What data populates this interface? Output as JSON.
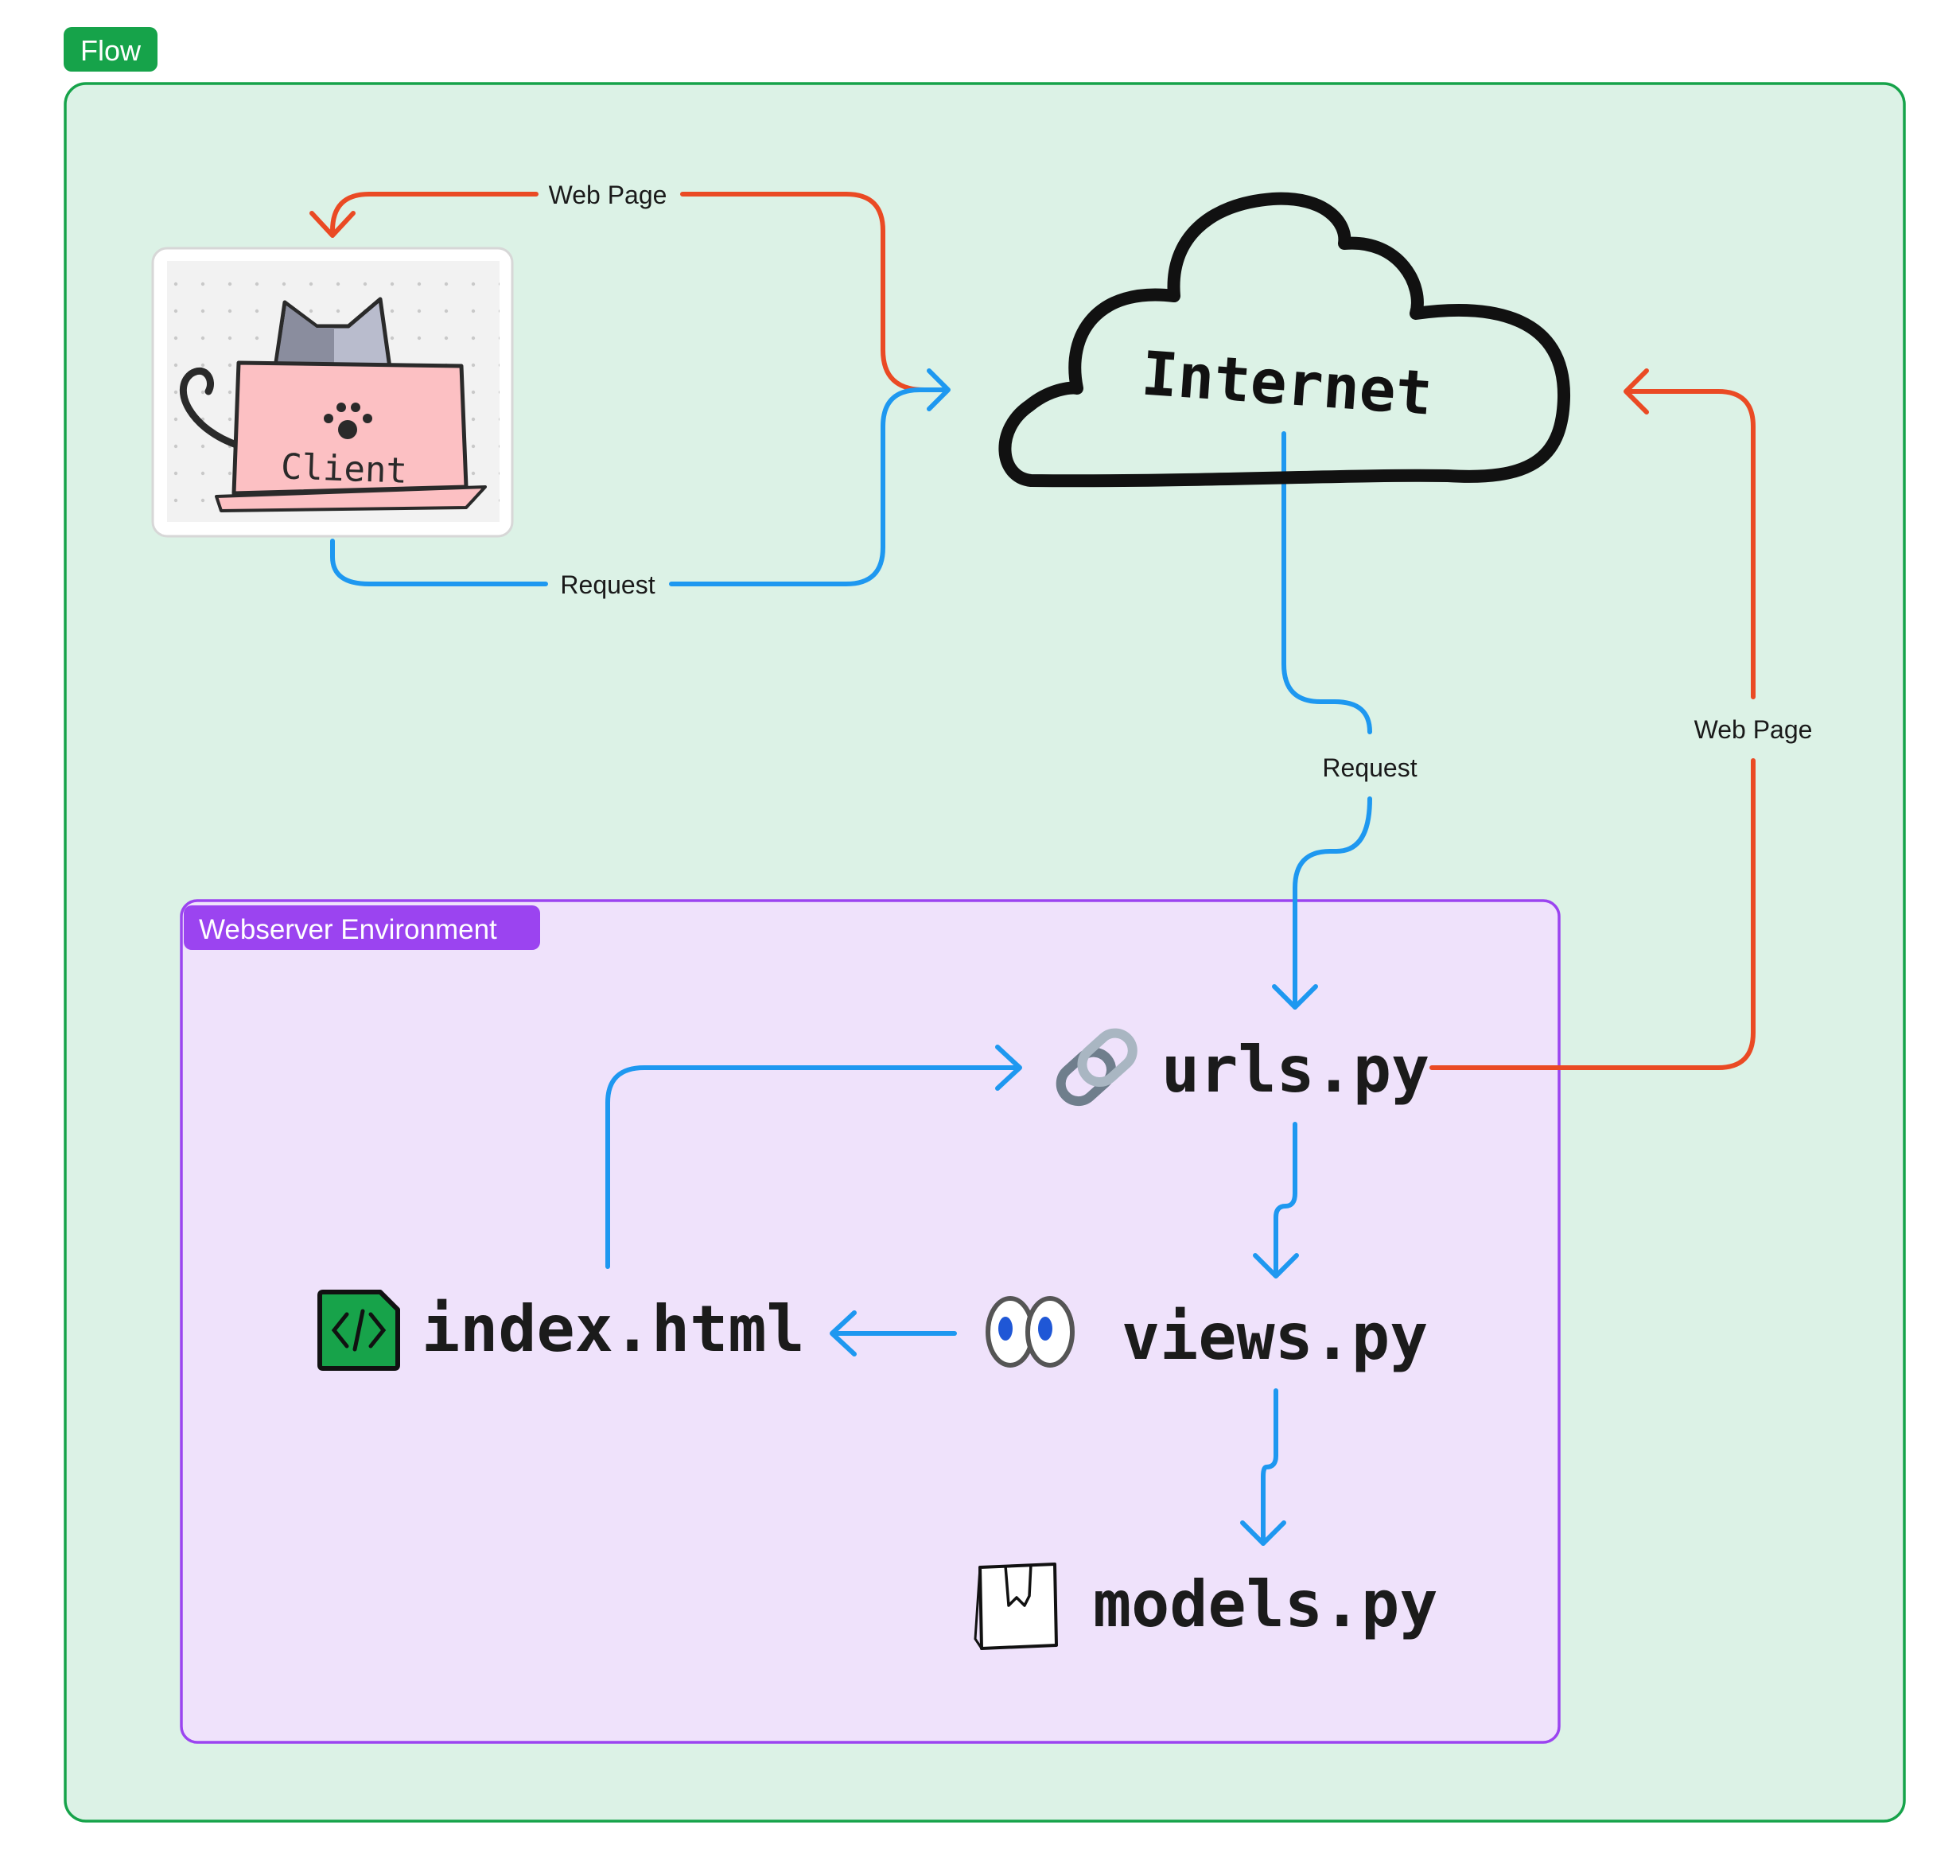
{
  "frame": {
    "label": "Flow",
    "color": "#16a34a",
    "fill": "#dcf2e6"
  },
  "env": {
    "label": "Webserver Environment",
    "color": "#9b44f0",
    "fill": "#efe2fb"
  },
  "nodes": {
    "client": "Client",
    "internet": "Internet",
    "urls": "urls.py",
    "views": "views.py",
    "index": "index.html",
    "models": "models.py"
  },
  "edges": {
    "web_page_top": "Web Page",
    "request_left": "Request",
    "request_mid": "Request",
    "web_page_right": "Web Page"
  },
  "colors": {
    "request": "#1e98f0",
    "response": "#ea4a24",
    "ink": "#111111"
  },
  "icons": {
    "client": "cat-laptop-icon",
    "internet": "cloud-icon",
    "urls": "link-icon",
    "views": "eyes-icon",
    "index": "code-file-icon",
    "models": "box-icon"
  }
}
